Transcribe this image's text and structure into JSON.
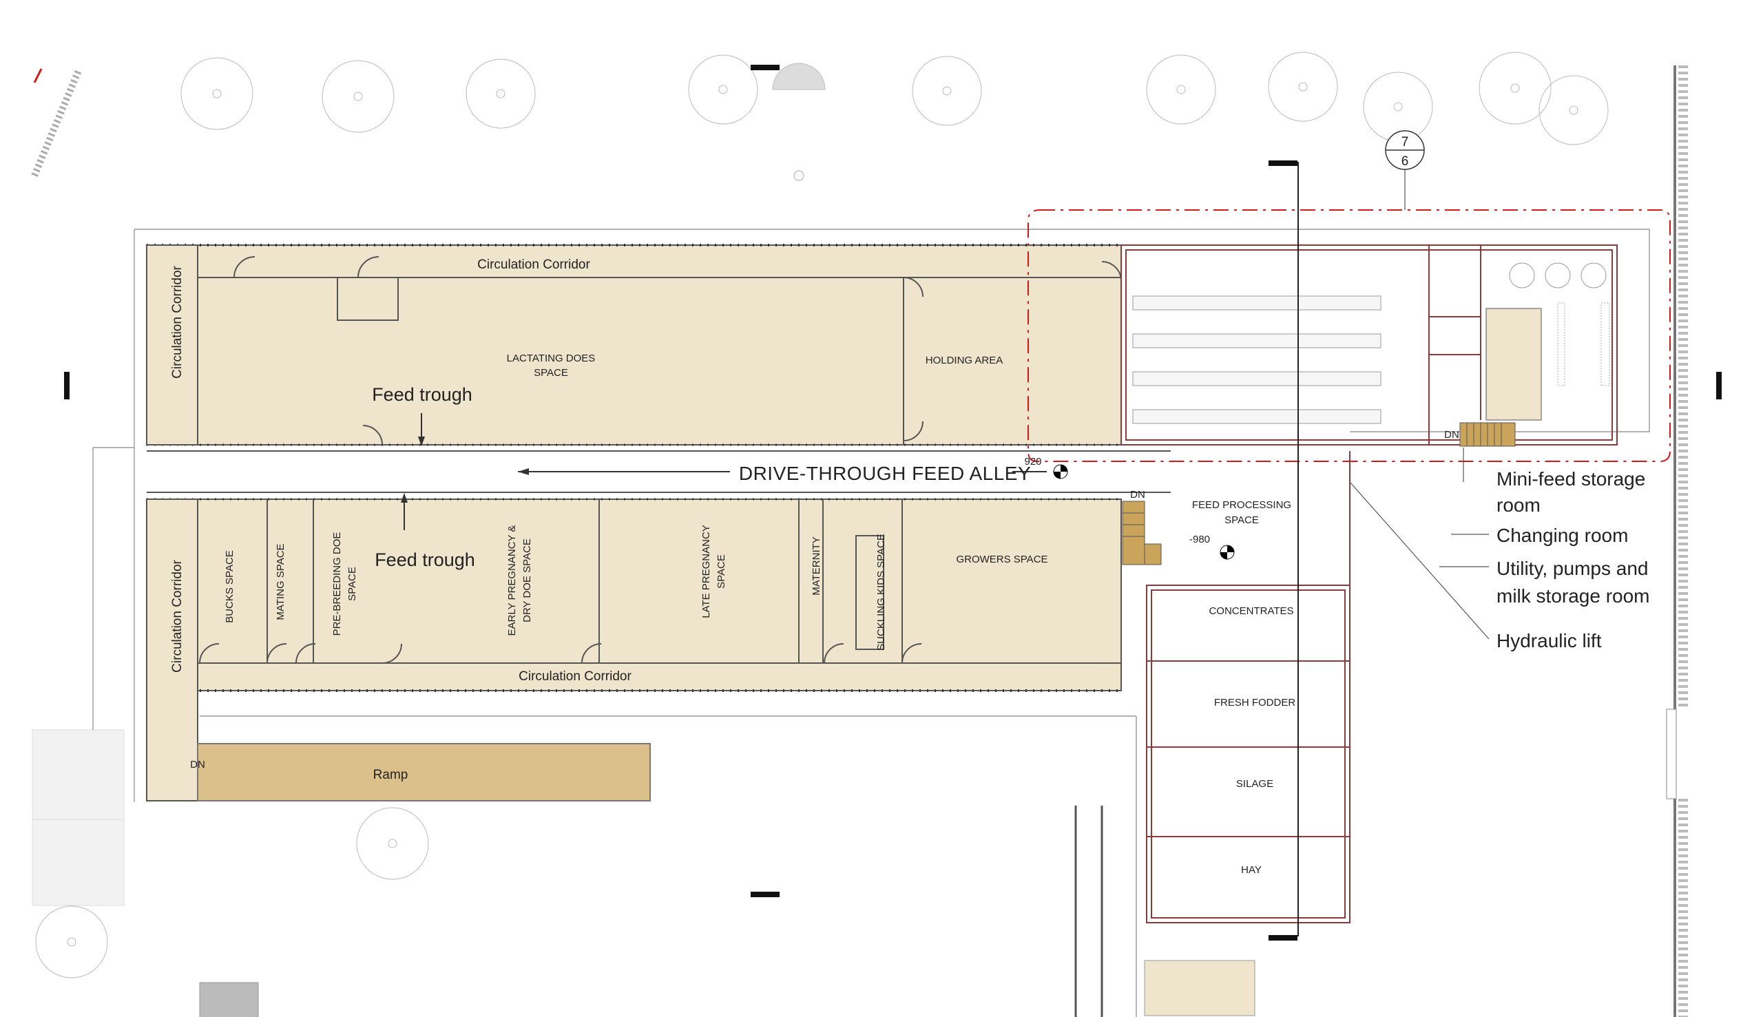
{
  "rooms": {
    "circulation_corridor_top": "Circulation Corridor",
    "circulation_corridor_left_upper": "Circulation Corridor",
    "circulation_corridor_left_lower": "Circulation Corridor",
    "circulation_corridor_bottom": "Circulation Corridor",
    "lactating_line1": "LACTATING DOES",
    "lactating_line2": "SPACE",
    "holding_area": "HOLDING AREA",
    "bucks_space": "BUCKS SPACE",
    "mating_space": "MATING SPACE",
    "pre_breeding_line1": "PRE-BREEDING DOE",
    "pre_breeding_line2": "SPACE",
    "early_pregnancy_line1": "EARLY PREGNANCY &",
    "early_pregnancy_line2": "DRY DOE SPACE",
    "late_pregnancy_line1": "LATE PREGNANCY",
    "late_pregnancy_line2": "SPACE",
    "maternity": "MATERNITY",
    "suckling_kids": "SUCKLING KIDS SPACE",
    "growers_space": "GROWERS SPACE",
    "feed_processing_line1": "FEED PROCESSING",
    "feed_processing_line2": "SPACE",
    "concentrates": "CONCENTRATES",
    "fresh_fodder": "FRESH FODDER",
    "silage": "SILAGE",
    "hay": "HAY",
    "ramp": "Ramp"
  },
  "annotations": {
    "feed_trough_top": "Feed trough",
    "feed_trough_bottom": "Feed trough",
    "feed_alley": "DRIVE-THROUGH FEED ALLEY",
    "level_920": "920",
    "level_980": "-980",
    "dn_stair_mid": "DN",
    "dn_stair_left": "DN",
    "dn_stair_right": "DN",
    "section_top": "7",
    "section_bottom": "6"
  },
  "legend": {
    "mini_feed_line1": "Mini-feed storage",
    "mini_feed_line2": "room",
    "changing_room": "Changing room",
    "utility_line1": "Utility, pumps and",
    "utility_line2": "milk storage room",
    "hydraulic_lift": "Hydraulic lift"
  },
  "colors": {
    "room_fill": "#efe4cc",
    "ramp_fill": "#dcc08b",
    "stair_fill": "#c9a45a",
    "boundary_red": "#d01a1a"
  }
}
